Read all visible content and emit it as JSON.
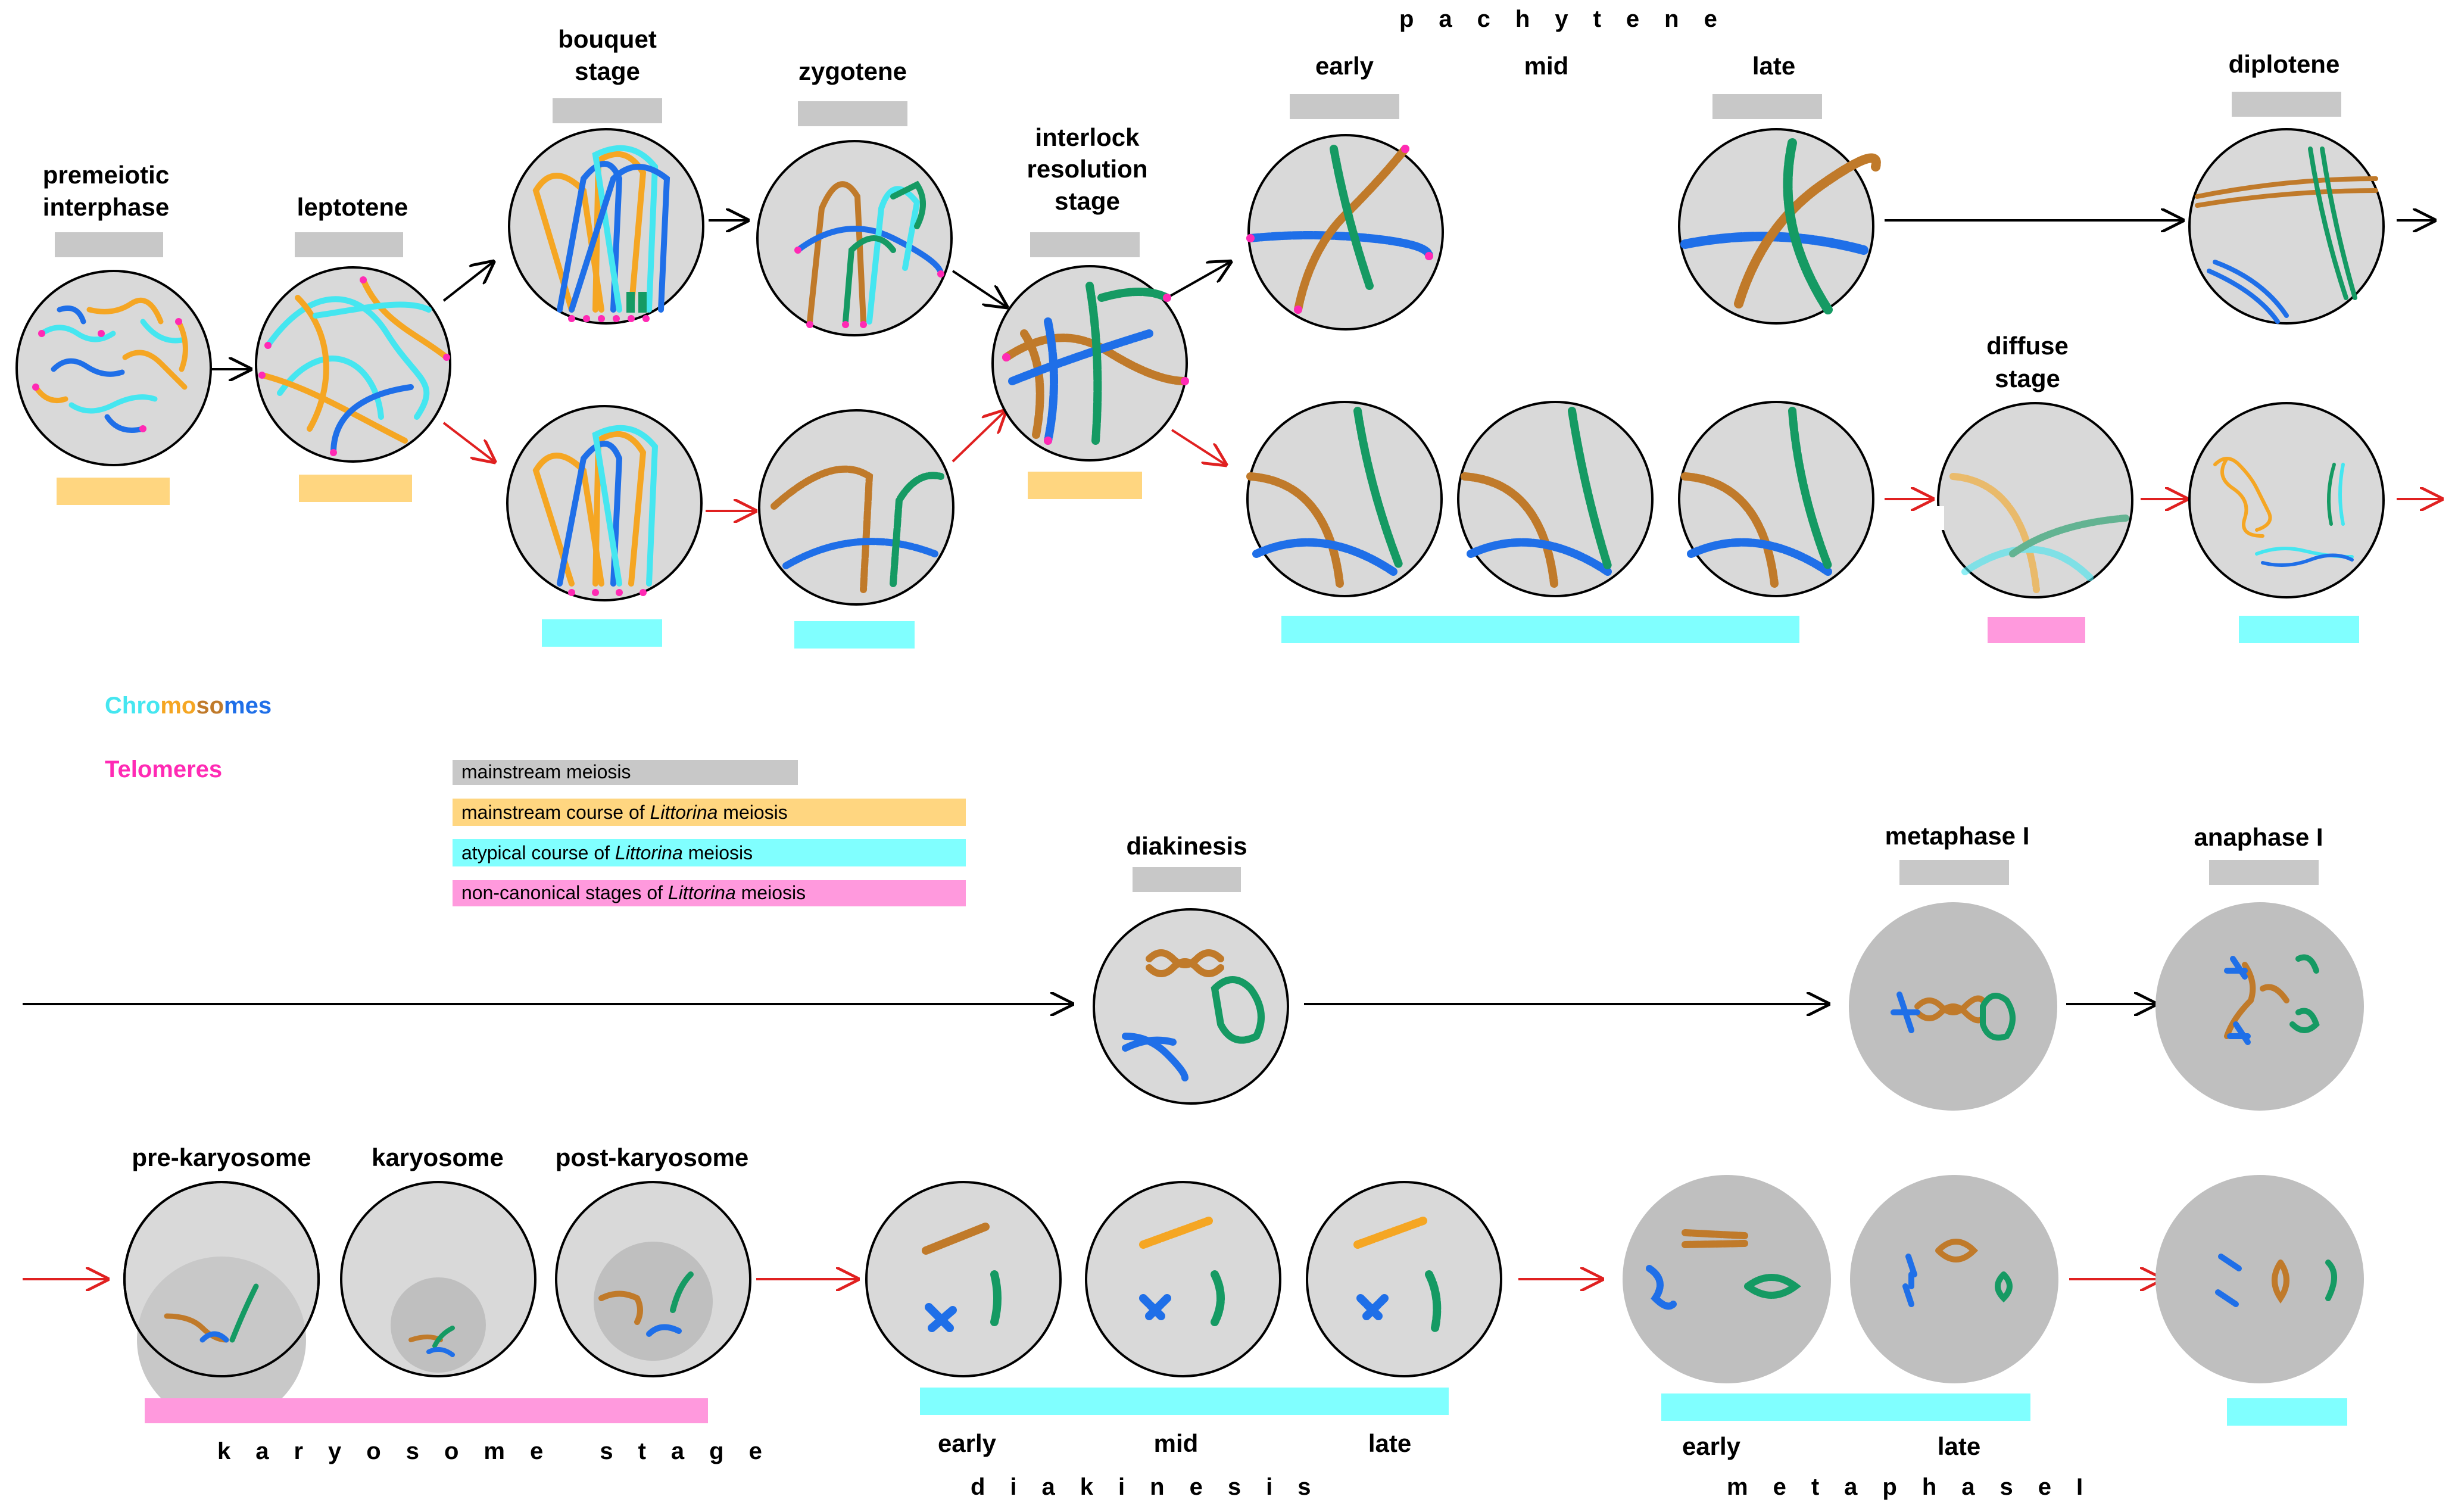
{
  "colors": {
    "cell": "#d9d9d9",
    "nucleus": "#bfbfbf",
    "grey_bar": "#c8c8c8",
    "orange_bar": "#ffd680",
    "cyan_bar": "#80ffff",
    "pink_bar": "#ff99dd",
    "telomere": "#ff2ab4",
    "arrow_black": "#000000",
    "arrow_red": "#e02020",
    "chrom_cyan": "#45e6f0",
    "chrom_blue": "#1f6fe8",
    "chrom_orange": "#f5a623",
    "chrom_brown": "#c07a2a",
    "chrom_green": "#159a63"
  },
  "header": {
    "pachytene": "pachytene",
    "diakinesis": "diakinesis",
    "metaphase": "metaphaseI",
    "karyosome_stage": "karyosome stage"
  },
  "stages": {
    "premeiotic_1": "premeiotic",
    "premeiotic_2": "interphase",
    "leptotene": "leptotene",
    "bouquet_1": "bouquet",
    "bouquet_2": "stage",
    "zygotene": "zygotene",
    "interlock_1": "interlock",
    "interlock_2": "resolution",
    "interlock_3": "stage",
    "early": "early",
    "mid": "mid",
    "late": "late",
    "diplotene": "diplotene",
    "diffuse_1": "diffuse",
    "diffuse_2": "stage",
    "diakinesis": "diakinesis",
    "metaphase_i": "metaphase I",
    "anaphase_i": "anaphase I",
    "pre_karyosome": "pre-karyosome",
    "karyosome": "karyosome",
    "post_karyosome": "post-karyosome",
    "dk_early": "early",
    "dk_mid": "mid",
    "dk_late": "late",
    "mp_early": "early",
    "mp_late": "late"
  },
  "legend": {
    "chromosomes": [
      "Ch",
      "ro",
      "mo",
      "so",
      "mes"
    ],
    "chromosome_colors": [
      "#45e6f0",
      "#1f6fe8",
      "#f5a623",
      "#c07a2a",
      "#1f6fe8"
    ],
    "telomeres": "Telomeres",
    "items": [
      {
        "pre": "mainstream meiosis",
        "em": "",
        "post": ""
      },
      {
        "pre": "mainstream course of ",
        "em": "Littorina",
        "post": " meiosis"
      },
      {
        "pre": "atypical course of ",
        "em": "Littorina",
        "post": " meiosis"
      },
      {
        "pre": "non-canonical stages of ",
        "em": "Littorina",
        "post": " meiosis"
      }
    ]
  }
}
